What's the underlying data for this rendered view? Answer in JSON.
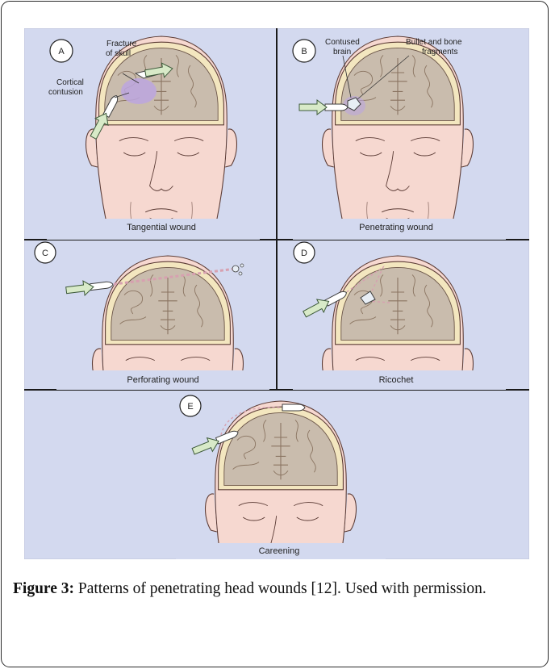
{
  "figure": {
    "panels": [
      {
        "letter": "A",
        "caption": "Tangential wound",
        "annotations": [
          "Fracture",
          "of skull",
          "Cortical",
          "contusion"
        ]
      },
      {
        "letter": "B",
        "caption": "Penetrating wound",
        "annotations": [
          "Contused",
          "brain",
          "Bullet and bone",
          "fragments"
        ]
      },
      {
        "letter": "C",
        "caption": "Perforating wound",
        "annotations": []
      },
      {
        "letter": "D",
        "caption": "Ricochet",
        "annotations": []
      },
      {
        "letter": "E",
        "caption": "Careening",
        "annotations": []
      }
    ]
  },
  "caption": {
    "label": "Figure 3:",
    "text": " Patterns of penetrating head wounds [12]. Used with permission."
  },
  "colors": {
    "panel_background": "#d3d9ef",
    "skin": "#f6d8d0",
    "brain": "#c9bcad",
    "skull": "#f3e6bf",
    "contusion": "#bca6df",
    "arrow": "#d8eac8",
    "divider": "#1a1a1a"
  }
}
